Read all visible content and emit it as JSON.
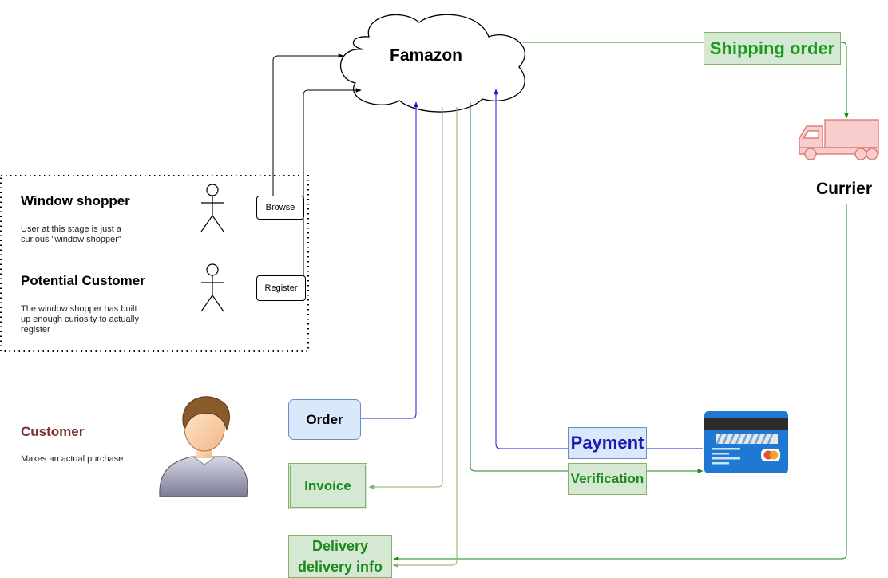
{
  "cloud": {
    "label": "Famazon"
  },
  "shipping_order": {
    "label": "Shipping order"
  },
  "carrier": {
    "label": "Currier"
  },
  "stages": {
    "window_shopper": {
      "title": "Window shopper",
      "description_lines": [
        "User at this stage is just a",
        "curious \"window shopper\""
      ],
      "button": "Browse"
    },
    "potential_customer": {
      "title": "Potential Customer",
      "description_lines": [
        "The window shopper has built",
        "up enough curiosity to actually",
        "register"
      ],
      "button": "Register"
    }
  },
  "customer": {
    "title": "Customer",
    "description": "Makes an actual purchase"
  },
  "boxes": {
    "order": "Order",
    "invoice": "Invoice",
    "delivery_line1": "Delivery",
    "delivery_line2": "delivery info",
    "payment": "Payment",
    "verification": "Verification"
  },
  "colors": {
    "green_edge": "#2a9a2a",
    "light_green_edge": "#82b366",
    "blue_edge": "#1a1ad6",
    "green_fill": "#d5e8d4",
    "blue_fill": "#dae8fc",
    "customer_title": "#7a3030",
    "truck": "#f8cecc",
    "card_blue": "#1f78d1"
  },
  "icons": [
    "cloud-shape",
    "stick-figure-icon",
    "person-avatar-icon",
    "truck-icon",
    "credit-card-icon"
  ]
}
